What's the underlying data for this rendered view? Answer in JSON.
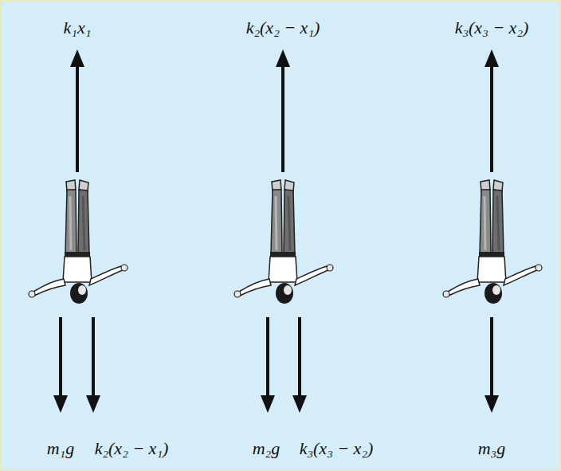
{
  "diagram": {
    "labels": [
      "k₁x₁",
      "k₂(x₂ − x₁)",
      "k₃(x₃ − x₂)",
      "m₁g",
      "k₂(x₂ − x₁)",
      "m₂g",
      "k₃(x₃ − x₂)",
      "m₃g"
    ]
  }
}
